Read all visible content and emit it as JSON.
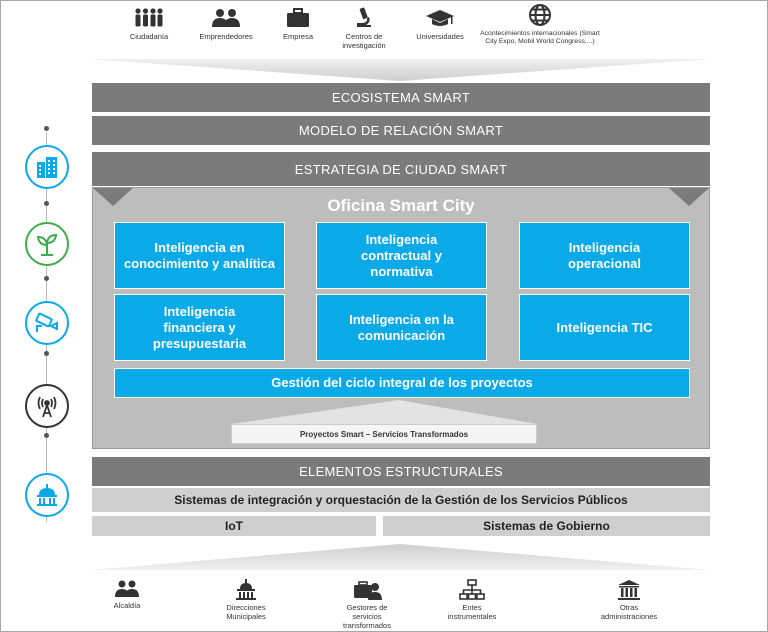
{
  "top_stakeholders": [
    {
      "label": "Ciudadanía",
      "icon": "people-group-icon"
    },
    {
      "label": "Emprendedores",
      "icon": "users-icon"
    },
    {
      "label": "Empresa",
      "icon": "briefcase-icon"
    },
    {
      "label": "Centros de investigación",
      "icon": "microscope-icon"
    },
    {
      "label": "Universidades",
      "icon": "graduation-cap-icon"
    },
    {
      "label": "Acontecimientos internacionales (Smart City Expo, Mobil World Congress,...)",
      "icon": "globe-icon"
    }
  ],
  "layers": {
    "ecosistema": "ECOSISTEMA SMART",
    "modelo": "MODELO DE RELACIÓN SMART",
    "estrategia": "ESTRATEGIA DE CIUDAD SMART"
  },
  "office": {
    "title": "Oficina Smart City",
    "boxes": [
      "Inteligencia en conocimiento y analítica",
      "Inteligencia contractual y normativa",
      "Inteligencia operacional",
      "Inteligencia financiera y presupuestaria",
      "Inteligencia en la comunicación",
      "Inteligencia TIC"
    ],
    "gestion": "Gestión del ciclo integral de los proyectos",
    "proyectos": "Proyectos Smart – Servicios Transformados"
  },
  "structural": {
    "title": "ELEMENTOS ESTRUCTURALES",
    "sistemas": "Sistemas de integración y orquestación de la Gestión de los Servicios Públicos",
    "iot": "IoT",
    "gobierno": "Sistemas de Gobierno"
  },
  "left_icons": [
    "building-icon",
    "plant-icon",
    "camera-icon",
    "antenna-icon",
    "dome-icon"
  ],
  "bottom_stakeholders": [
    {
      "label": "Alcaldía",
      "icon": "users-icon"
    },
    {
      "label": "Direcciones Municipales",
      "icon": "capitol-icon"
    },
    {
      "label": "Gestores de servicios transformados",
      "icon": "service-managers-icon"
    },
    {
      "label": "Entes instrumentales",
      "icon": "org-chart-icon"
    },
    {
      "label": "Otras administraciones",
      "icon": "institution-icon"
    }
  ],
  "colors": {
    "accent": "#0aa9e8",
    "dark_band": "#7b7b7b",
    "office_bg": "#bdbdbd",
    "light_band": "#cfcfcf"
  }
}
